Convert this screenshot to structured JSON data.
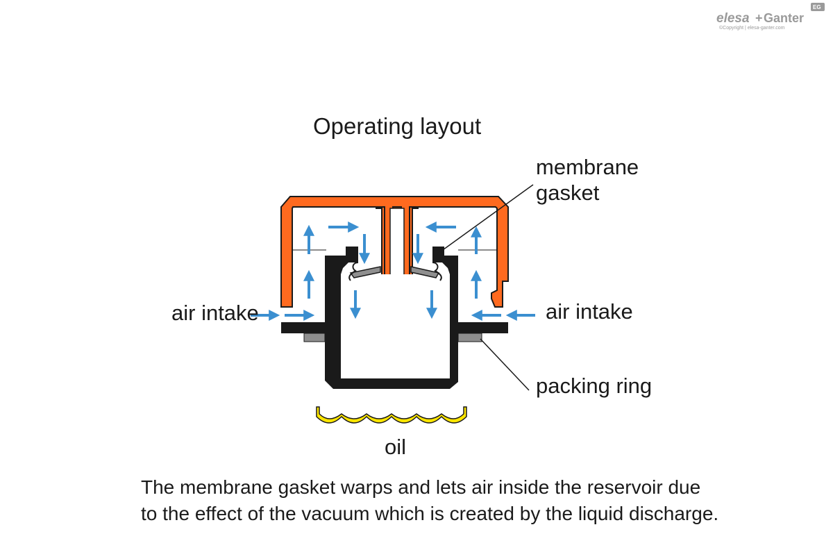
{
  "logo": {
    "brand_left": "elesa",
    "brand_plus": "+",
    "brand_right": "Ganter",
    "badge": "EG",
    "copyright": "©Copyright | elesa-ganter.com"
  },
  "title": "Operating layout",
  "labels": {
    "membrane_line1": "membrane",
    "membrane_line2": "gasket",
    "air_intake_left": "air intake",
    "air_intake_right": "air intake",
    "packing_ring": "packing ring",
    "oil": "oil"
  },
  "caption": {
    "line1": "The membrane gasket warps and lets air inside the reservoir due",
    "line2": "to the effect of the vacuum which is created by the liquid discharge."
  },
  "colors": {
    "cap": "#ff6a1f",
    "body": "#1a1a1a",
    "arrow": "#3b8fd0",
    "oil": "#ffe600",
    "gasket": "#8f8f8f",
    "text": "#1a1a1a",
    "logo": "#9a9a9a"
  },
  "icons": [
    "air-flow-arrow-icon"
  ]
}
